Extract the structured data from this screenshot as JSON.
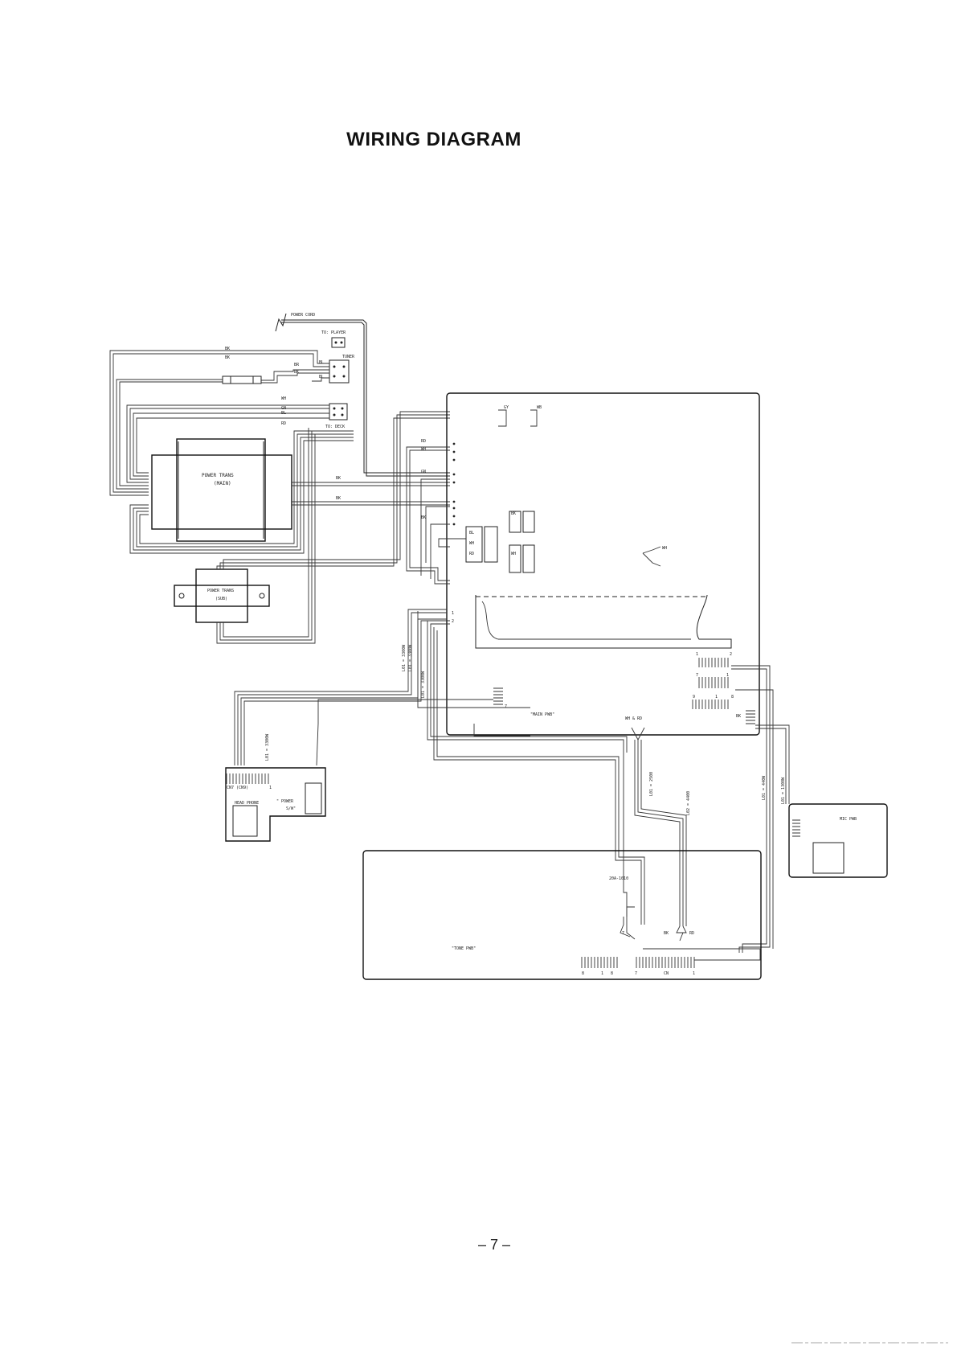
{
  "page": {
    "title": "WIRING DIAGRAM",
    "page_number": "– 7 –"
  },
  "diagram": {
    "labels": {
      "power_cord": "POWER CORD",
      "to_player": "TO: PLAYER",
      "tuner": "TUNER",
      "to_deck": "TO: DECK",
      "power_trans_main_1": "POWER TRANS",
      "power_trans_main_2": "(MAIN)",
      "power_trans_sub_1": "POWER TRANS",
      "power_trans_sub_2": "(SUB)",
      "main_pwb": "\"MAIN PWB\"",
      "tone_pwb": "\"TONE PWB\"",
      "mic_pwb": "MIC PWB",
      "head_phone": "HEAD PHONE",
      "power_sw_1": "\" POWER",
      "power_sw_2": "S/W\"",
      "cable_1": "L01 = 3300W",
      "cable_2": "L01 = 3300W",
      "cable_3": "L01 = 3300W",
      "cable_4": "L01 = 3300W",
      "cable_5": "L01 = 440W",
      "cable_6": "L01 = 1300W",
      "cable_7": "L02 = 4400",
      "cable_8": "L01 = 2500",
      "cable_9": "20A-1010",
      "wire_bk1": "BK",
      "wire_bk2": "BK",
      "wire_br": "BR",
      "wire_bk3": "BK",
      "wire_bl": "BL",
      "wire_bl2": "BL",
      "wire_wh": "WH",
      "wire_gn": "GN",
      "wire_bl3": "BL",
      "wire_rd": "RD",
      "wire_wh2": "WH",
      "wire_gn2": "GN",
      "wire_bk4": "BK",
      "wire_wh3": "WH",
      "wire_bk5": "BK",
      "wire_gy": "GY",
      "wire_wb": "WB",
      "wire_bk6": "BK",
      "wire_wh4": "WH",
      "wire_rd2": "RD",
      "wire_bl4": "BL",
      "wire_wh5": "WH",
      "wire_rd3": "RD",
      "wire_bk7": "BK",
      "wire_wh6": "WH",
      "wire_whr": "WH & RD",
      "wire_bk8": "BK",
      "wire_wh7": "WH",
      "wire_rd4": "RD",
      "wire_bk9": "BK",
      "cn_label": "CN7 (CN9)",
      "cn_num1": "1",
      "cn_num2": "2",
      "cn_num3": "7",
      "cn_num4": "1",
      "cn_num5": "9",
      "cn_num6": "1",
      "cn_num7": "8",
      "cn_num8": "7",
      "cn_num9": "1",
      "cn_num10": "8",
      "cn_num11": "1",
      "cn_num12": "8",
      "cn_num13": "7",
      "cn_num14": "CN",
      "cn_num15": "1",
      "cn_num16": "1",
      "cn_num17": "2",
      "cn_num18": "7"
    }
  }
}
